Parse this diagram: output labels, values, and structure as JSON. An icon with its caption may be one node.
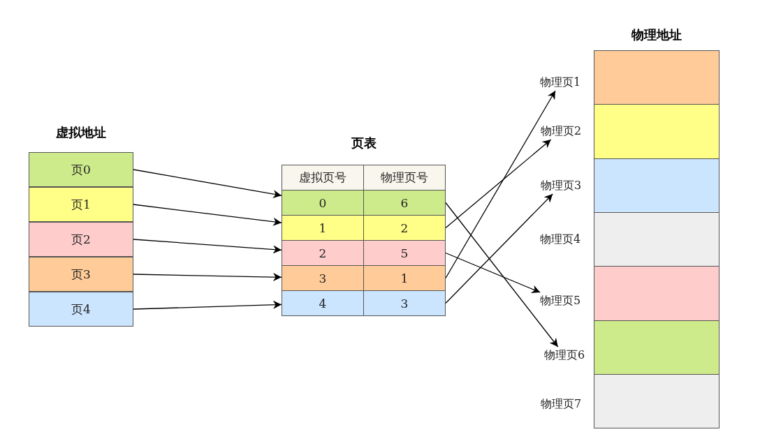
{
  "diagram": {
    "nodes": [
      {
        "text": [
          "虚拟地址"
        ]
      },
      {
        "text": [
          "页0"
        ],
        "in": 0
      },
      {
        "text": [
          "页1"
        ],
        "in": 0
      },
      {
        "text": [
          "页2"
        ],
        "in": 0
      },
      {
        "text": [
          "页3"
        ],
        "in": 0
      },
      {
        "text": [
          "页4"
        ],
        "in": 0
      },
      {
        "text": [
          "页表"
        ]
      },
      {
        "text": [
          "虚拟页号"
        ],
        "in": 6
      },
      {
        "text": [
          "物理页号"
        ],
        "in": 6
      },
      {
        "text": [
          "0"
        ],
        "in": 6
      },
      {
        "text": [
          "6"
        ],
        "in": 6
      },
      {
        "text": [
          "1"
        ],
        "in": 6
      },
      {
        "text": [
          "2"
        ],
        "in": 6
      },
      {
        "text": [
          "2"
        ],
        "in": 6
      },
      {
        "text": [
          "5"
        ],
        "in": 6
      },
      {
        "text": [
          "3"
        ],
        "in": 6
      },
      {
        "text": [
          "1"
        ],
        "in": 6
      },
      {
        "text": [
          "4"
        ],
        "in": 6
      },
      {
        "text": [
          "3"
        ],
        "in": 6
      },
      {
        "text": [
          "物理页1"
        ]
      },
      {
        "text": [
          "物理页2"
        ]
      },
      {
        "text": [
          "物理页3"
        ]
      },
      {
        "text": [
          "物理页4"
        ]
      },
      {
        "text": [
          "物理页5"
        ]
      },
      {
        "text": [
          "物理页6"
        ]
      },
      {
        "text": [
          "物理页7"
        ]
      },
      {
        "text": [
          "物理地址"
        ]
      },
      {
        "text": [],
        "shape": "box",
        "in": 26
      },
      {
        "text": [],
        "shape": "box",
        "in": 26
      },
      {
        "text": [],
        "shape": "box",
        "in": 26
      },
      {
        "text": [],
        "shape": "box",
        "in": 26
      },
      {
        "text": [],
        "shape": "box",
        "in": 26
      },
      {
        "text": [],
        "shape": "box",
        "in": 26
      },
      {
        "text": [],
        "shape": "box",
        "in": 26
      }
    ],
    "edges": [
      {
        "from": 1,
        "to": 9,
        "arrow": "to"
      },
      {
        "from": 2,
        "to": 11,
        "arrow": "to"
      },
      {
        "from": 3,
        "to": 13,
        "arrow": "to"
      },
      {
        "from": 4,
        "to": 15,
        "arrow": "to"
      },
      {
        "from": 5,
        "to": 17,
        "arrow": "to"
      },
      {
        "from": 10,
        "to": 24,
        "arrow": "to"
      },
      {
        "from": 12,
        "to": 20,
        "arrow": "to"
      },
      {
        "from": 14,
        "to": 23,
        "arrow": "to"
      },
      {
        "from": 16,
        "to": 19,
        "arrow": "to"
      },
      {
        "from": 18,
        "to": 21,
        "arrow": "to"
      }
    ]
  }
}
